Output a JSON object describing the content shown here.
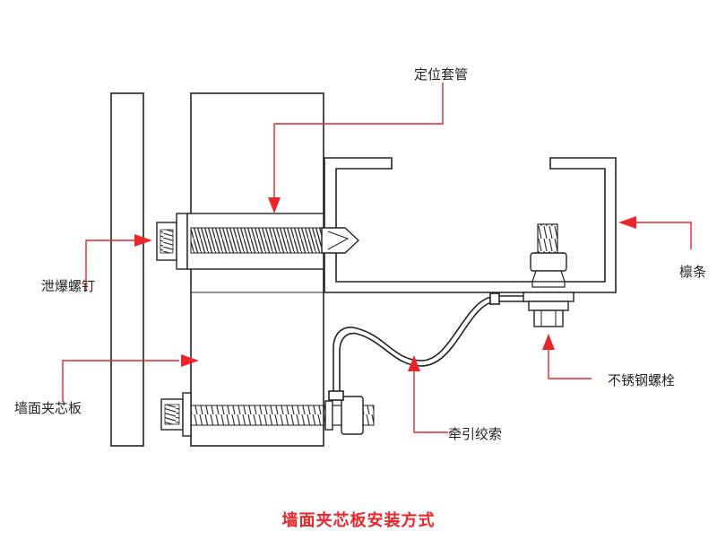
{
  "title": "墙面夹芯板安装方式",
  "colors": {
    "caption": "#e8262b",
    "arrow": "#e8262b",
    "line": "#222222"
  },
  "labels": {
    "positioning_sleeve": "定位套管",
    "purlin": "檩条",
    "explosion_proof_screw": "泄爆螺钉",
    "stainless_bolt": "不锈钢螺栓",
    "sandwich_panel": "墙面夹芯板",
    "traction_cable": "牵引绞索"
  },
  "icons": [
    "arrow-pointer-icon"
  ]
}
